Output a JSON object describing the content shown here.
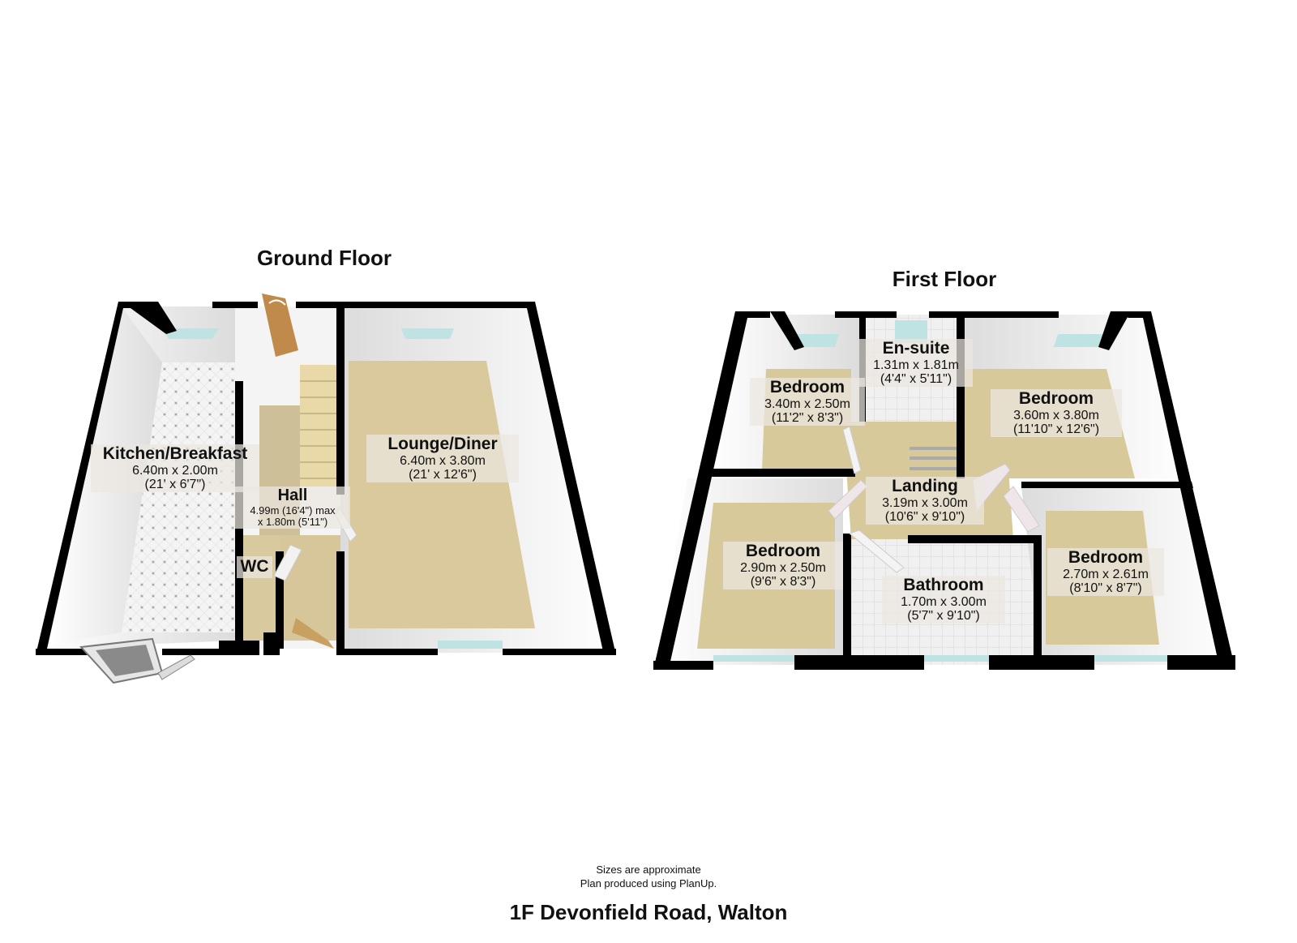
{
  "ground_floor": {
    "title": "Ground Floor",
    "rooms": [
      {
        "id": "kitchen",
        "name": "Kitchen/Breakfast",
        "metric": "6.40m x 2.00m",
        "imperial": "(21' x 6'7\")"
      },
      {
        "id": "hall",
        "name": "Hall",
        "metric": "4.99m (16'4\") max",
        "imperial": "x 1.80m (5'11\")"
      },
      {
        "id": "wc",
        "name": "WC",
        "metric": "",
        "imperial": ""
      },
      {
        "id": "lounge",
        "name": "Lounge/Diner",
        "metric": "6.40m x 3.80m",
        "imperial": "(21' x 12'6\")"
      }
    ]
  },
  "first_floor": {
    "title": "First Floor",
    "rooms": [
      {
        "id": "bedroom1",
        "name": "Bedroom",
        "metric": "3.40m x 2.50m",
        "imperial": "(11'2\" x 8'3\")"
      },
      {
        "id": "ensuite",
        "name": "En-suite",
        "metric": "1.31m x 1.81m",
        "imperial": "(4'4\" x 5'11\")"
      },
      {
        "id": "bedroom2",
        "name": "Bedroom",
        "metric": "3.60m x 3.80m",
        "imperial": "(11'10\" x 12'6\")"
      },
      {
        "id": "landing",
        "name": "Landing",
        "metric": "3.19m x 3.00m",
        "imperial": "(10'6\" x 9'10\")"
      },
      {
        "id": "bedroom3",
        "name": "Bedroom",
        "metric": "2.90m x 2.50m",
        "imperial": "(9'6\" x 8'3\")"
      },
      {
        "id": "bathroom",
        "name": "Bathroom",
        "metric": "1.70m x 3.00m",
        "imperial": "(5'7\" x 9'10\")"
      },
      {
        "id": "bedroom4",
        "name": "Bedroom",
        "metric": "2.70m x 2.61m",
        "imperial": "(8'10\" x 8'7\")"
      }
    ]
  },
  "footer": {
    "note_line1": "Sizes are approximate",
    "note_line2": "Plan produced using PlanUp.",
    "address": "1F Devonfield Road, Walton"
  },
  "colors": {
    "wall": "#000000",
    "carpet": "#d8c9a0",
    "tile_floor": "#f2f2f2",
    "wall_face": "#f7f7f7",
    "window_glass": "#bfe3e3",
    "door_wood": "#c08a4a"
  }
}
